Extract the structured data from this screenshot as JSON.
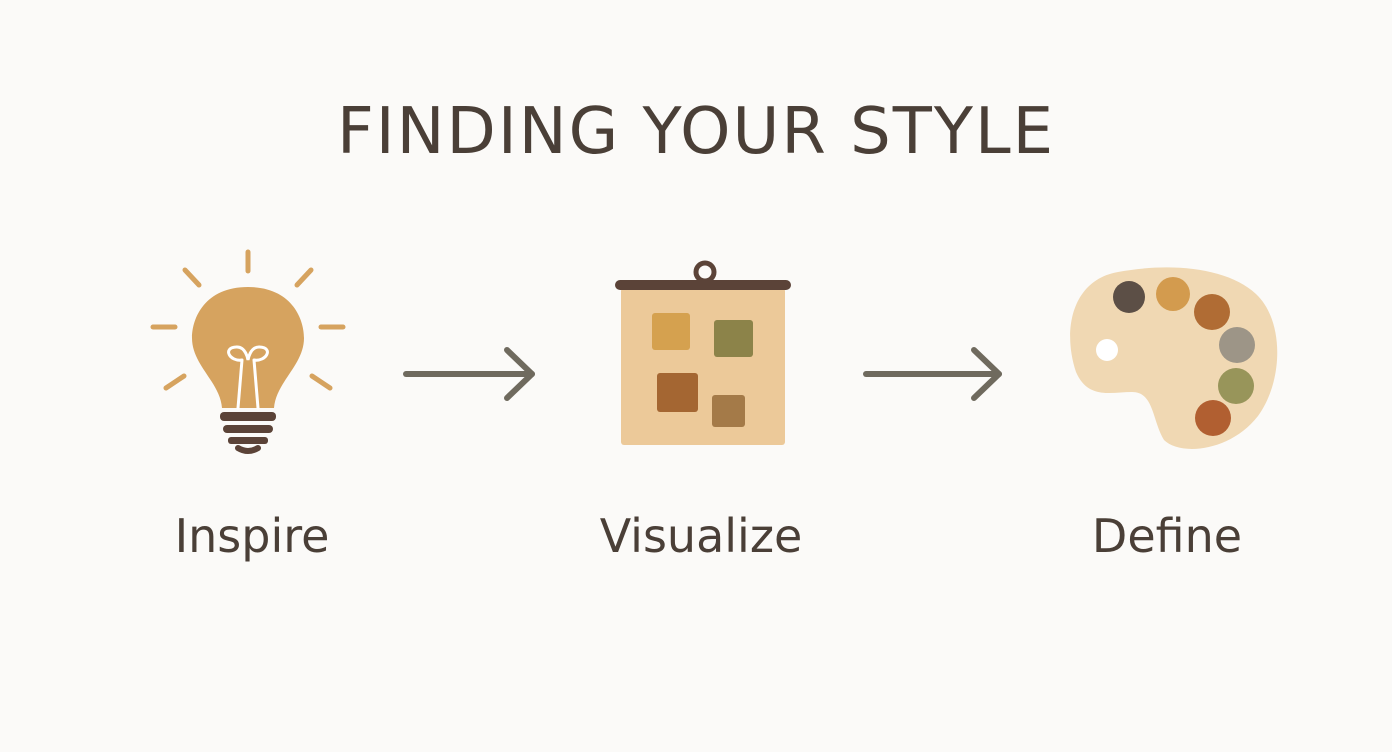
{
  "title": "FINDING YOUR STYLE",
  "steps": [
    {
      "label": "Inspire",
      "icon": "lightbulb-icon"
    },
    {
      "label": "Visualize",
      "icon": "moodboard-icon"
    },
    {
      "label": "Define",
      "icon": "palette-icon"
    }
  ],
  "colors": {
    "background": "#fbfaf8",
    "text": "#4a3f37",
    "bulb": "#d6a35f",
    "arrow": "#6f6a5e",
    "board": "#ecc999",
    "palette": "#f0d8b3"
  },
  "palette_swatches": [
    "#5c4f46",
    "#d39b4e",
    "#b06c34",
    "#9d9587",
    "#98955a",
    "#b15f31"
  ],
  "board_swatches": [
    "#d5a14f",
    "#8c8349",
    "#a46632",
    "#a47a48"
  ]
}
